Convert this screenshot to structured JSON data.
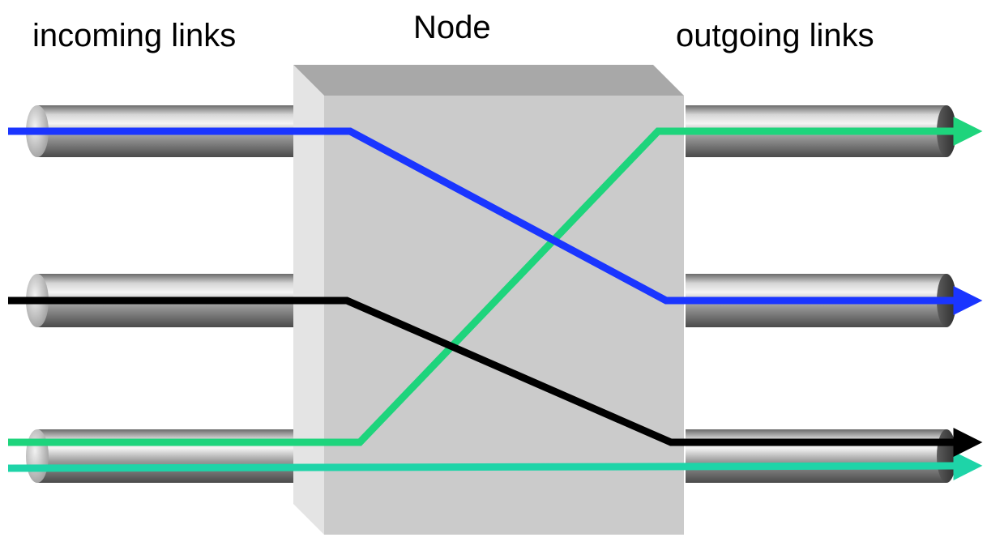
{
  "labels": {
    "incoming": "incoming links",
    "node": "Node",
    "outgoing": "outgoing links"
  },
  "colors": {
    "blue_path": "#1a35ff",
    "black_path": "#000000",
    "green_path": "#1ed47c",
    "teal_path": "#1ed4a8",
    "node_front": "#cbcbcb",
    "node_top": "#a8a8a8",
    "node_left": "#e4e4e4"
  }
}
